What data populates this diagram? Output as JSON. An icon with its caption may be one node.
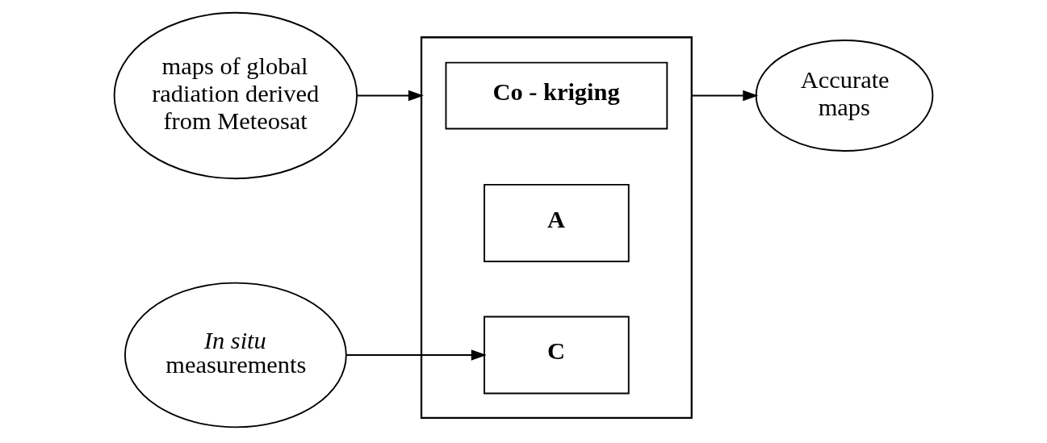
{
  "diagram": {
    "nodes": [
      {
        "text": [
          "maps of global radiation derived from Meteosat"
        ]
      },
      {
        "text": [],
        "shape": "box"
      },
      {
        "text": [
          "Co - kriging"
        ],
        "in": 1
      },
      {
        "text": [
          "A"
        ],
        "in": 1
      },
      {
        "text": [
          "C"
        ],
        "in": 1
      },
      {
        "text": [
          "Accurate maps"
        ]
      },
      {
        "text": [
          "*In situ* measurements"
        ]
      }
    ],
    "edges": [
      {
        "from": 0,
        "to": 1,
        "arrow": "to"
      },
      {
        "from": 1,
        "to": 5,
        "arrow": "to"
      },
      {
        "from": 6,
        "to": 4,
        "arrow": "to"
      }
    ]
  }
}
